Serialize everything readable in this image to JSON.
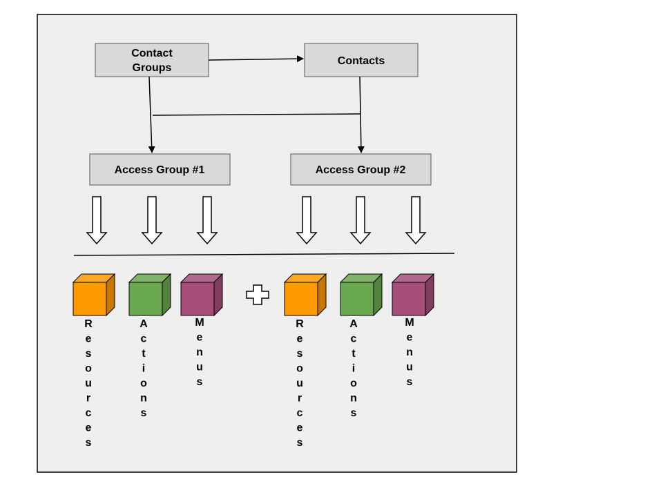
{
  "nodes": {
    "contact_groups": {
      "line1": "Contact",
      "line2": "Groups"
    },
    "contacts": {
      "label": "Contacts"
    },
    "access_group_1": {
      "label": "Access Group #1"
    },
    "access_group_2": {
      "label": "Access Group #2"
    }
  },
  "cube_labels": {
    "resources": "Resources",
    "actions": "Actions",
    "menus": "Menus"
  },
  "colors": {
    "panel_bg": "#efefef",
    "box_fill": "#d9d9d9",
    "resources_cube": "#ff9900",
    "actions_cube": "#6aa84f",
    "menus_cube": "#a64d79"
  }
}
